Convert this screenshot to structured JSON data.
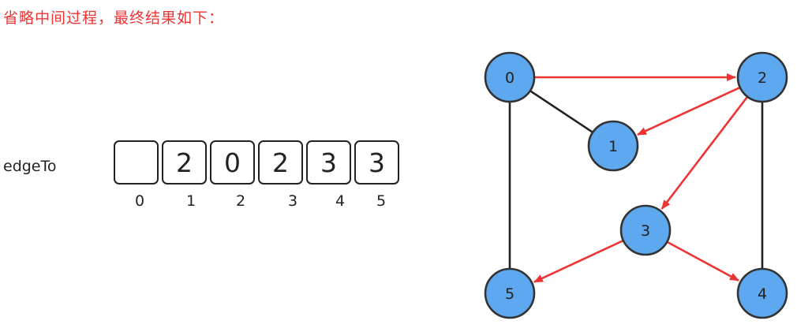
{
  "caption": "省略中间过程，最终结果如下：",
  "array": {
    "label": "edgeTo",
    "cells": [
      {
        "index": "0",
        "value": ""
      },
      {
        "index": "1",
        "value": "2"
      },
      {
        "index": "2",
        "value": "0"
      },
      {
        "index": "3",
        "value": "2"
      },
      {
        "index": "4",
        "value": "3"
      },
      {
        "index": "5",
        "value": "3"
      }
    ]
  },
  "graph": {
    "nodes": [
      {
        "id": "0",
        "label": "0"
      },
      {
        "id": "1",
        "label": "1"
      },
      {
        "id": "2",
        "label": "2"
      },
      {
        "id": "3",
        "label": "3"
      },
      {
        "id": "4",
        "label": "4"
      },
      {
        "id": "5",
        "label": "5"
      }
    ],
    "edges": [
      {
        "from": "0",
        "to": "2",
        "directed": true
      },
      {
        "from": "0",
        "to": "1",
        "directed": false
      },
      {
        "from": "0",
        "to": "5",
        "directed": false
      },
      {
        "from": "2",
        "to": "1",
        "directed": true
      },
      {
        "from": "2",
        "to": "3",
        "directed": true
      },
      {
        "from": "2",
        "to": "4",
        "directed": false
      },
      {
        "from": "3",
        "to": "5",
        "directed": true
      },
      {
        "from": "3",
        "to": "4",
        "directed": true
      }
    ]
  },
  "colors": {
    "caption": "#ee3333",
    "node_fill": "#5ea8ef",
    "node_stroke": "#333333",
    "edge_plain": "#222222",
    "edge_path": "#ee3333"
  }
}
